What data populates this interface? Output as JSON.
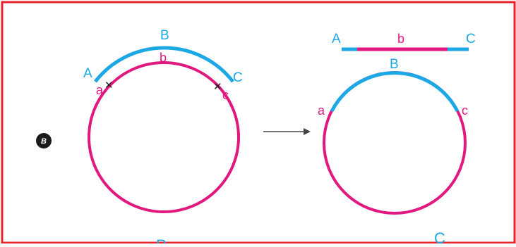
{
  "panel": {
    "label": "B"
  },
  "colors": {
    "frame": "#e8232b",
    "blue": "#1ca8e4",
    "pink": "#e0187f",
    "arrow": "#444444",
    "badge": "#1b1b1b"
  },
  "left_diagram": {
    "arc_top": "B",
    "arc_left": "A",
    "arc_right": "C",
    "circle_top": "b",
    "circle_left": "a",
    "circle_right": "c",
    "cut_marks": [
      "✕",
      "✕"
    ]
  },
  "right_diagram": {
    "bar_left": "A",
    "bar_mid": "b",
    "bar_right": "C",
    "circle_top": "B",
    "circle_left": "a",
    "circle_right": "c"
  },
  "bottom_partial": {
    "left": "P",
    "right": "C"
  }
}
